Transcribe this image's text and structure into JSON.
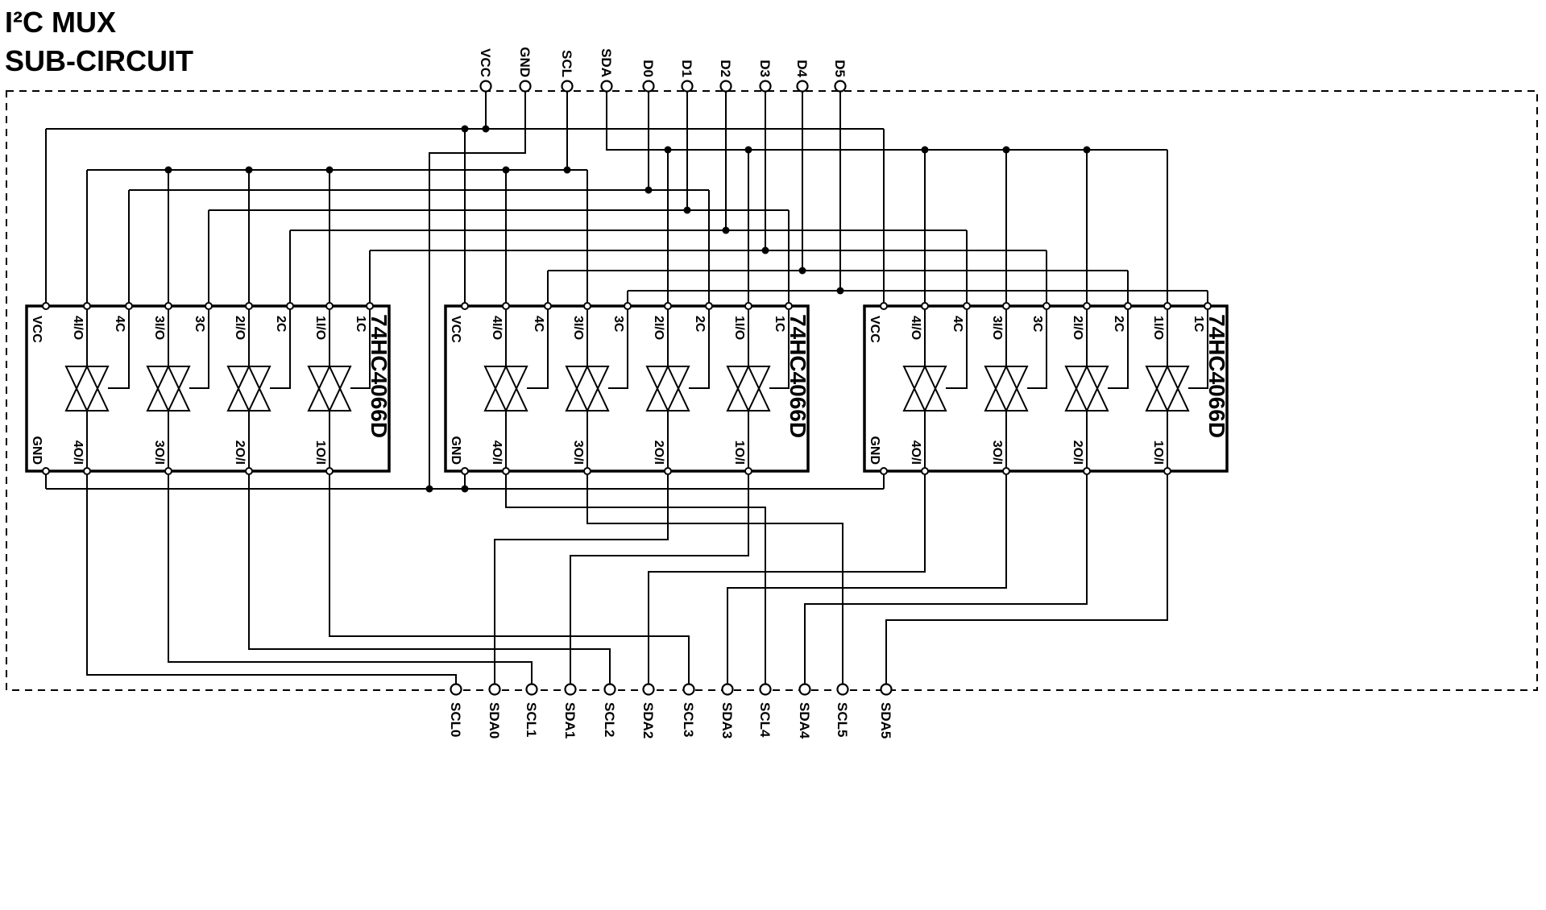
{
  "title": {
    "line1": "I²C MUX",
    "line2": "SUB-CIRCUIT"
  },
  "top_ports": [
    "VCC",
    "GND",
    "SCL",
    "SDA",
    "D0",
    "D1",
    "D2",
    "D3",
    "D4",
    "D5"
  ],
  "bottom_ports": [
    "SCL0",
    "SDA0",
    "SCL1",
    "SDA1",
    "SCL2",
    "SDA2",
    "SCL3",
    "SDA3",
    "SCL4",
    "SDA4",
    "SCL5",
    "SDA5"
  ],
  "ics": [
    {
      "name": "74HC4066D",
      "pins_top": [
        "VCC",
        "4I/O",
        "4C",
        "3I/O",
        "3C",
        "2I/O",
        "2C",
        "1I/O",
        "1C"
      ],
      "pins_bottom": [
        "GND",
        "4O/I",
        "3O/I",
        "2O/I",
        "1O/I"
      ]
    },
    {
      "name": "74HC4066D",
      "pins_top": [
        "VCC",
        "4I/O",
        "4C",
        "3I/O",
        "3C",
        "2I/O",
        "2C",
        "1I/O",
        "1C"
      ],
      "pins_bottom": [
        "GND",
        "4O/I",
        "3O/I",
        "2O/I",
        "1O/I"
      ]
    },
    {
      "name": "74HC4066D",
      "pins_top": [
        "VCC",
        "4I/O",
        "4C",
        "3I/O",
        "3C",
        "2I/O",
        "2C",
        "1I/O",
        "1C"
      ],
      "pins_bottom": [
        "GND",
        "4O/I",
        "3O/I",
        "2O/I",
        "1O/I"
      ]
    }
  ],
  "colors": {
    "wire": "#000000",
    "background": "#ffffff"
  }
}
